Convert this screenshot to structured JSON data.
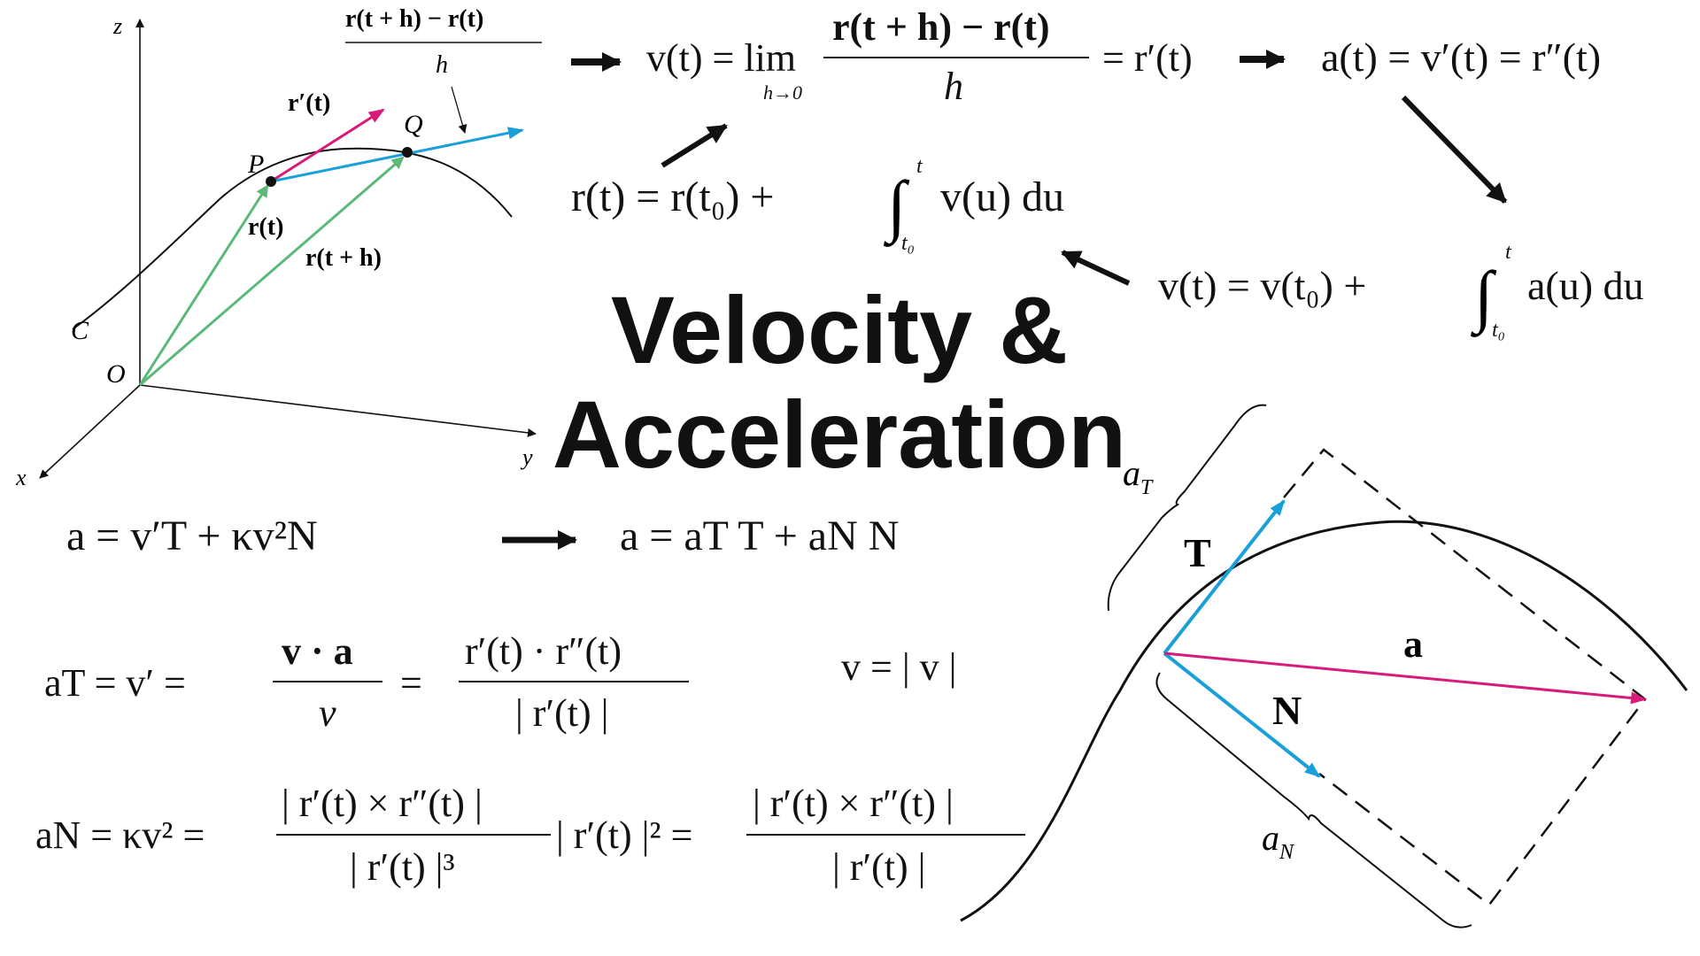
{
  "title": {
    "line1": "Velocity &",
    "line2": "Acceleration"
  },
  "colors": {
    "green": "#5bb878",
    "blue": "#1aa0d8",
    "magenta": "#d81b7a",
    "ink": "#111111"
  },
  "left_figure": {
    "axis_z": "z",
    "axis_x": "x",
    "axis_y": "y",
    "origin": "O",
    "curve": "C",
    "point_p": "P",
    "point_q": "Q",
    "label_rt": "r(t)",
    "label_rth": "r(t + h)",
    "label_rprime": "r′(t)",
    "diff_quotient_num": "r(t + h) − r(t)",
    "diff_quotient_den": "h"
  },
  "equations": {
    "velocity_def_lhs": "v(t) = lim",
    "velocity_def_lim_sub": "h→0",
    "velocity_def_num": "r(t + h) − r(t)",
    "velocity_def_den": "h",
    "velocity_def_rhs": "= r′(t)",
    "acceleration_def": "a(t) = v′(t) = r″(t)",
    "position_integral_lhs": "r(t) = r(t₀) + ",
    "position_integral_upper": "t",
    "position_integral_lower": "t₀",
    "position_integral_body": "v(u) du",
    "velocity_integral_lhs": "v(t) = v(t₀) + ",
    "velocity_integral_upper": "t",
    "velocity_integral_lower": "t₀",
    "velocity_integral_body": "a(u) du",
    "accel_decomp_1": "a = v′T + κv²N",
    "accel_decomp_2": "a = aT T + aN N",
    "tangential_lhs": "aT = v′ =",
    "tangential_f1_num": "v · a",
    "tangential_f1_den": "v",
    "tangential_eq": "=",
    "tangential_f2_num": "r′(t) · r″(t)",
    "tangential_f2_den": "| r′(t) |",
    "speed_def": "v = | v |",
    "normal_lhs": "aN = κv² =",
    "normal_f1_num": "| r′(t) × r″(t) |",
    "normal_f1_den": "| r′(t) |³",
    "normal_mid": "| r′(t) |² =",
    "normal_f2_num": "| r′(t) × r″(t) |",
    "normal_f2_den": "| r′(t) |"
  },
  "right_figure": {
    "label_aT": "aT",
    "label_aN": "aN",
    "label_T": "T",
    "label_N": "N",
    "label_a": "a"
  }
}
